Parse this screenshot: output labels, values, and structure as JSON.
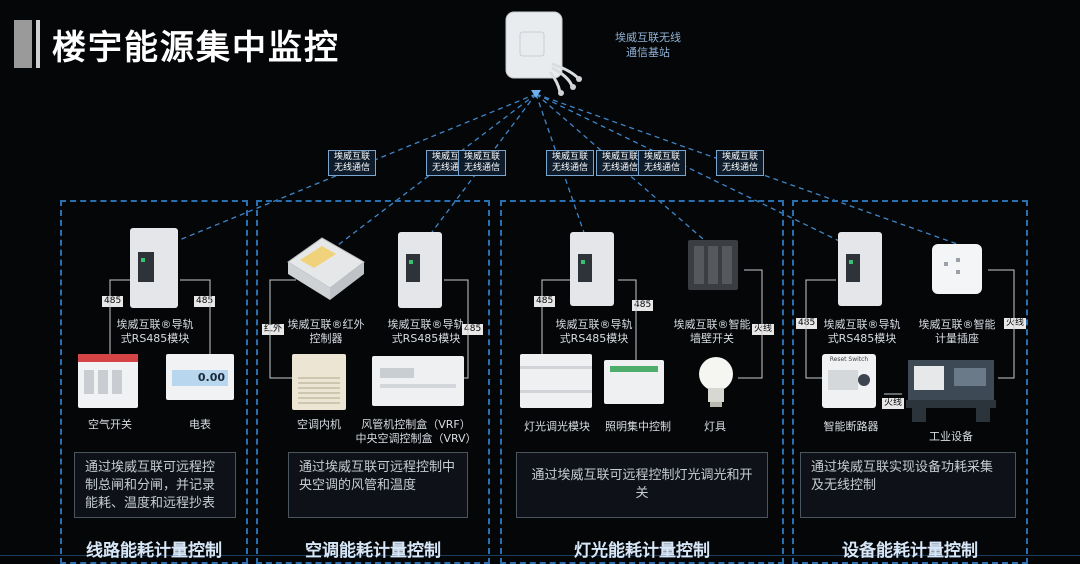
{
  "page": {
    "title": "楼宇能源集中监控"
  },
  "hub": {
    "label_line1": "埃威互联无线",
    "label_line2": "通信基站"
  },
  "wireless_tags": [
    {
      "line1": "埃威互联",
      "line2": "无线通信"
    },
    {
      "line1": "埃威互联",
      "line2": "无线通信"
    },
    {
      "line1": "埃威互联",
      "line2": "无线通信"
    },
    {
      "line1": "埃威互联",
      "line2": "无线通信"
    },
    {
      "line1": "埃威互联",
      "line2": "无线通信"
    },
    {
      "line1": "埃威互联",
      "line2": "无线通信"
    },
    {
      "line1": "埃威互联",
      "line2": "无线通信"
    }
  ],
  "panels": {
    "line": {
      "title": "线路能耗计量控制",
      "module_label_1": "埃威互联®导轨",
      "module_label_2": "式RS485模块",
      "tag_a": "485",
      "tag_b": "485",
      "device1": "空气开关",
      "device2": "电表",
      "meter_reading": "0.00",
      "desc": "通过埃威互联可远程控制总闸和分闸，并记录能耗、温度和远程抄表"
    },
    "ac": {
      "title": "空调能耗计量控制",
      "ir_label_1": "埃威互联®红外",
      "ir_label_2": "控制器",
      "module_label_1": "埃威互联®导轨",
      "module_label_2": "式RS485模块",
      "tag_ir": "红外",
      "tag_485": "485",
      "device1": "空调内机",
      "device2_1": "风管机控制盒（VRF）",
      "device2_2": "中央空调控制盒（VRV）",
      "desc": "通过埃威互联可远程控制中央空调的风管和温度"
    },
    "light": {
      "title": "灯光能耗计量控制",
      "module_label_1": "埃威互联®导轨",
      "module_label_2": "式RS485模块",
      "switch_label_1": "埃威互联®智能",
      "switch_label_2": "墙壁开关",
      "tag_a": "485",
      "tag_b": "485",
      "tag_fire": "火线",
      "device1": "灯光调光模块",
      "device2": "照明集中控制",
      "device3": "灯具",
      "desc": "通过埃威互联可远程控制灯光调光和开关"
    },
    "equip": {
      "title": "设备能耗计量控制",
      "module_label_1": "埃威互联®导轨",
      "module_label_2": "式RS485模块",
      "socket_label_1": "埃威互联®智能",
      "socket_label_2": "计量插座",
      "tag_a": "485",
      "tag_fire1": "火线",
      "tag_fire2": "火线",
      "breaker_btns": "Reset  Switch",
      "device1": "智能断路器",
      "device2": "工业设备",
      "desc": "通过埃威互联实现设备功耗采集及无线控制"
    }
  },
  "colors": {
    "panel_border": "#2a6fb0",
    "dash_line": "#3f86c8",
    "background": "#050608"
  }
}
